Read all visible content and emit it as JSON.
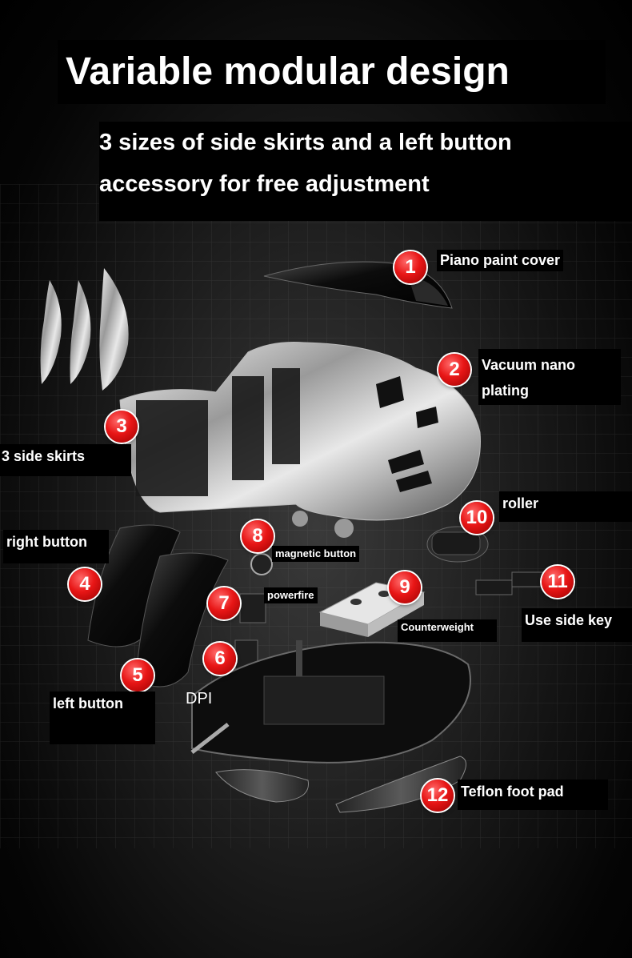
{
  "header": {
    "title": "Variable modular design",
    "subtitle_line1": "3 sizes of side skirts and a left button",
    "subtitle_line2": "accessory for free adjustment"
  },
  "callouts": [
    {
      "number": "1",
      "label": "Piano paint cover"
    },
    {
      "number": "2",
      "label_line1": "Vacuum nano",
      "label_line2": "plating"
    },
    {
      "number": "3",
      "label": "3 side skirts"
    },
    {
      "number": "4",
      "label": "right button"
    },
    {
      "number": "5",
      "label": "left button"
    },
    {
      "number": "6",
      "label": "DPI"
    },
    {
      "number": "7",
      "label": "powerfire"
    },
    {
      "number": "8",
      "label": "magnetic button"
    },
    {
      "number": "9",
      "label": "Counterweight"
    },
    {
      "number": "10",
      "label": "roller"
    },
    {
      "number": "11",
      "label": "Use side key"
    },
    {
      "number": "12",
      "label": "Teflon foot pad"
    }
  ],
  "colors": {
    "badge": "#e81616",
    "background": "#000000",
    "text": "#ffffff"
  }
}
